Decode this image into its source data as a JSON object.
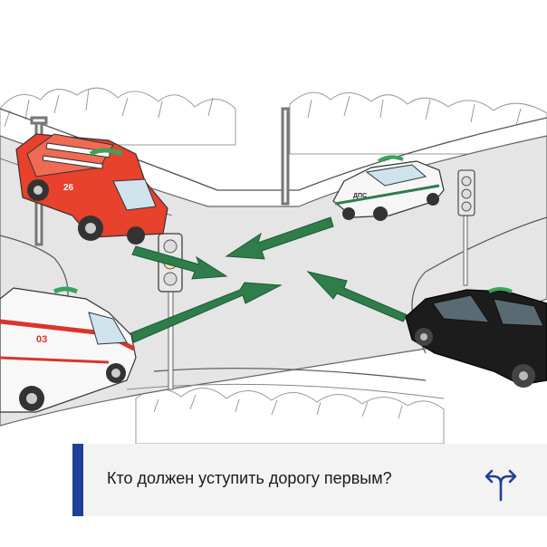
{
  "illustration": {
    "labels": {
      "fire_truck_number": "26",
      "ambulance_number": "03",
      "police_car_label": "ДПС"
    },
    "colors": {
      "arrow": "#2f7d4a",
      "fire_truck": "#e8412c",
      "ambulance_stripe": "#d9352a",
      "beacon": "#3aa35b",
      "suv": "#1c1c1c"
    }
  },
  "banner": {
    "question": "Кто должен уступить дорогу первым?",
    "accent_color": "#1f3f98",
    "icon": "road-fork-arrows-icon"
  }
}
